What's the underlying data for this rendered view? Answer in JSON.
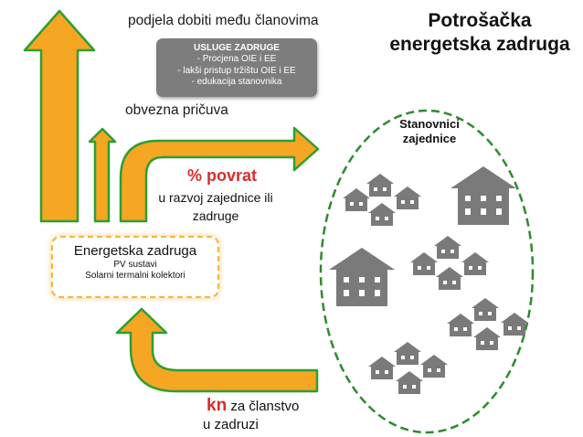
{
  "title": {
    "line1": "Potrošačka",
    "line2": "energetska zadruga"
  },
  "profit_share_label": "podjela dobiti među članovima",
  "services": {
    "heading": "USLUGE ZADRUGE",
    "items": [
      "-  Procjena OIE i EE",
      "-  lakši pristup tržištu OIE i EE",
      "-  edukacija stanovnika"
    ]
  },
  "reserve_label": "obvezna pričuva",
  "return": {
    "amount": "% povrat",
    "description": "u razvoj zajednice ili zadruge"
  },
  "cooperative": {
    "name": "Energetska zadruga",
    "lines": [
      "PV sustavi",
      "Solarni termalni kolektori"
    ]
  },
  "residents": {
    "line1": "Stanovnici",
    "line2": "zajednice"
  },
  "membership": {
    "amount": "kn",
    "line1_rest": " za članstvo",
    "line2": "u zadruzi"
  },
  "colors": {
    "arrow_fill": "#f5a623",
    "arrow_stroke": "#2f9e32",
    "house": "#7a7a7a",
    "ellipse_border": "#2e8b2e",
    "accent_red": "#d92c2c",
    "services_bg": "#7d7d7d"
  }
}
